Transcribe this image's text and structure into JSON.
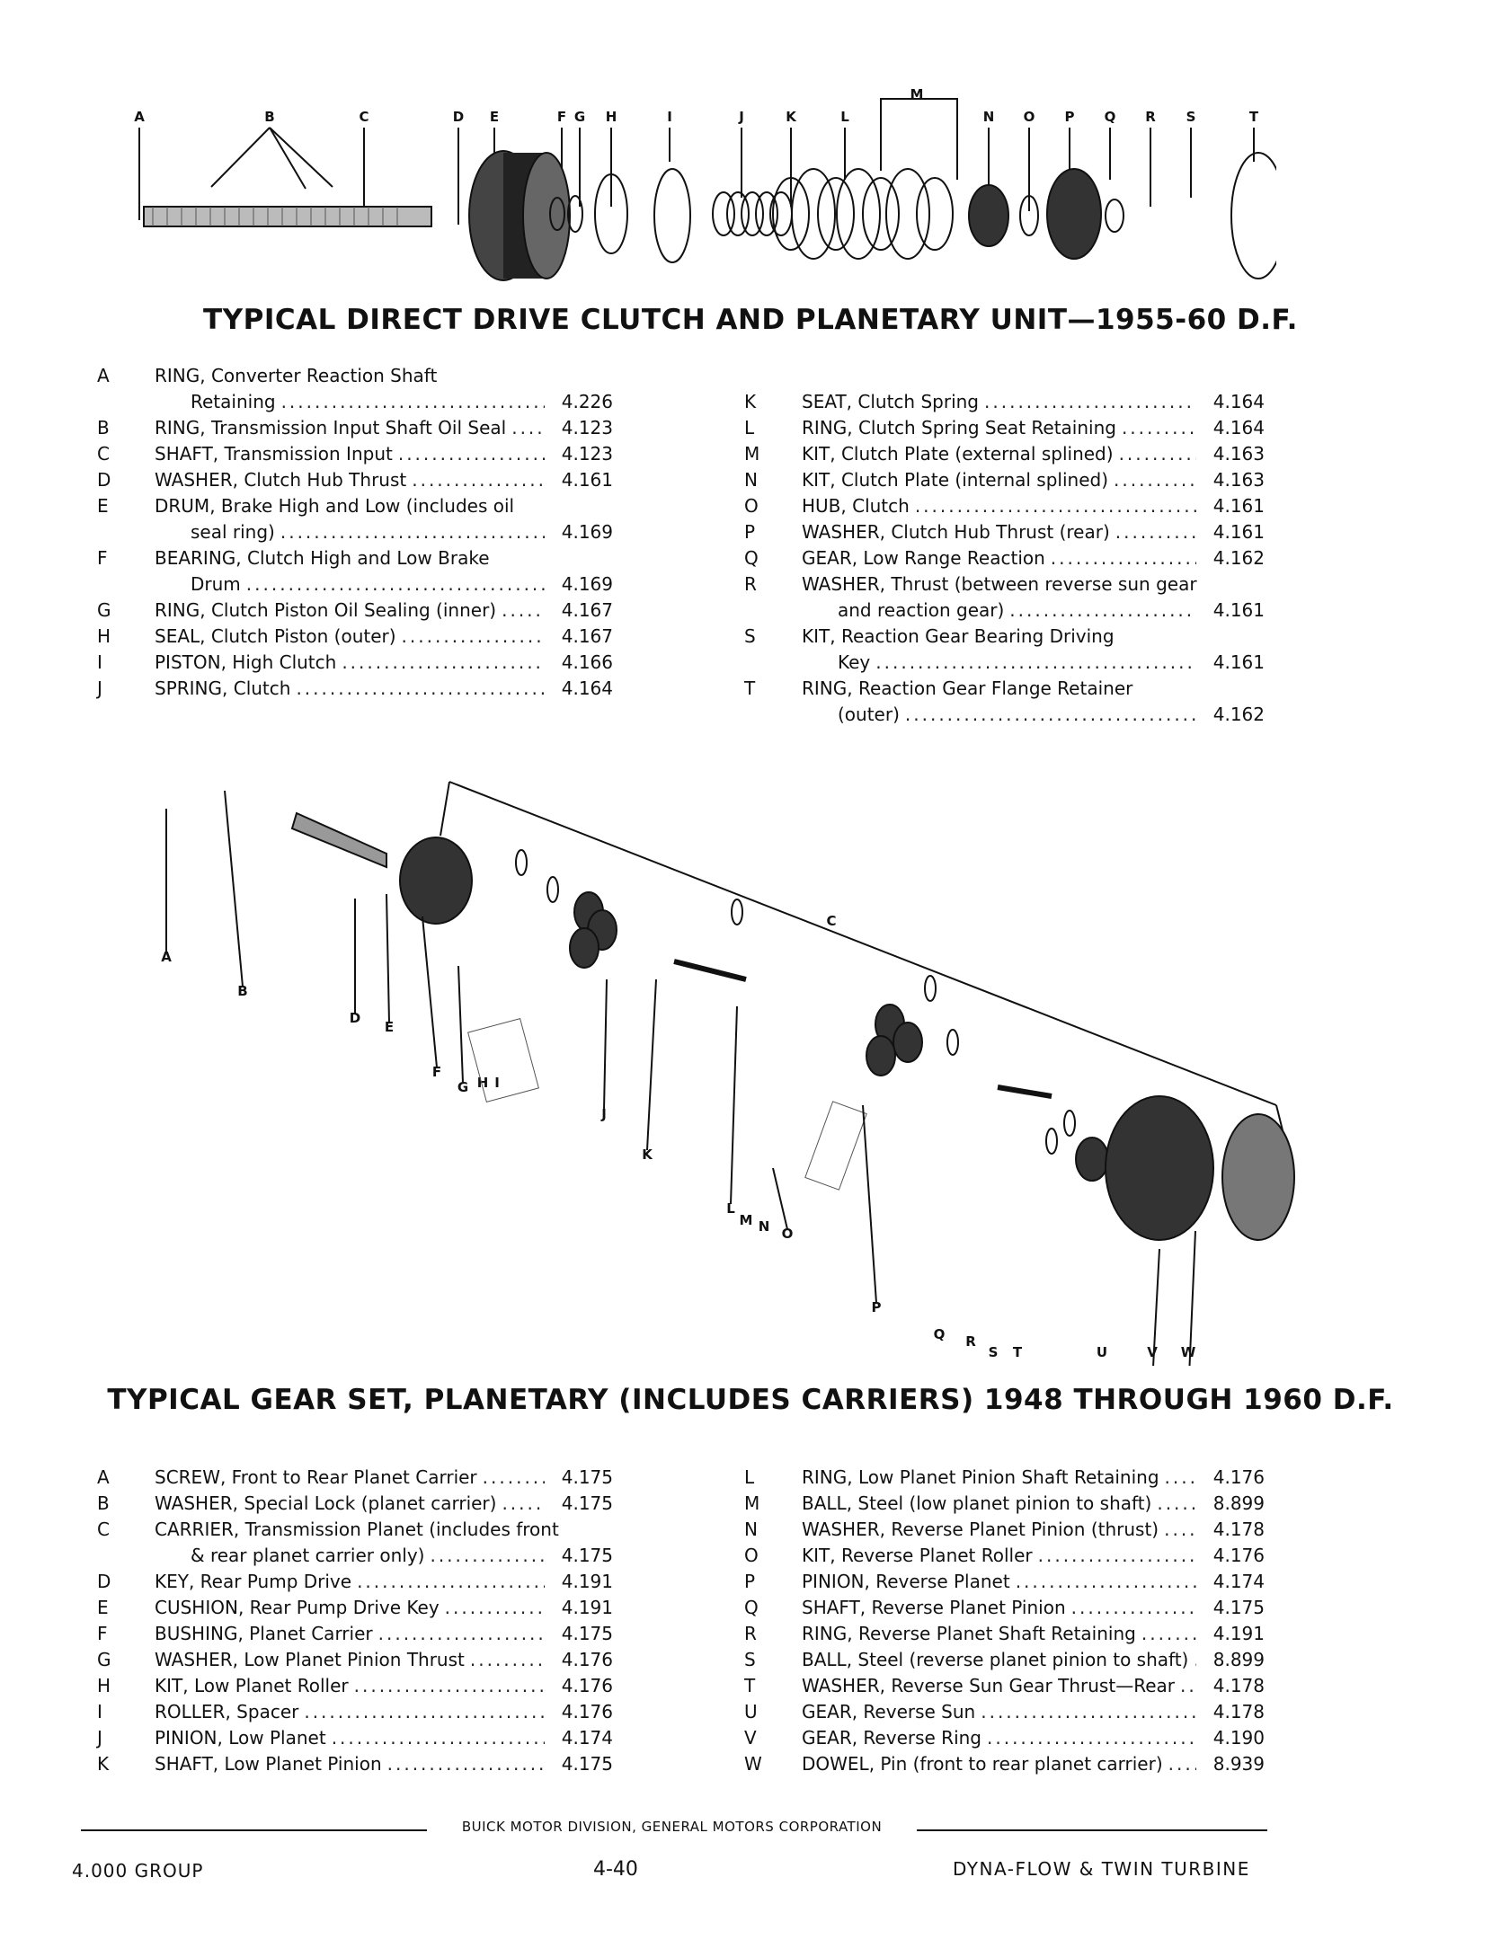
{
  "sections": [
    {
      "title": "TYPICAL DIRECT DRIVE CLUTCH AND PLANETARY UNIT—1955-60 D.F.",
      "left_parts": [
        {
          "letter": "A",
          "lines": [
            "RING, Converter Reaction Shaft",
            "Retaining"
          ],
          "number": "4.226"
        },
        {
          "letter": "B",
          "lines": [
            "RING, Transmission Input Shaft Oil Seal"
          ],
          "number": "4.123"
        },
        {
          "letter": "C",
          "lines": [
            "SHAFT, Transmission Input"
          ],
          "number": "4.123"
        },
        {
          "letter": "D",
          "lines": [
            "WASHER, Clutch Hub Thrust"
          ],
          "number": "4.161"
        },
        {
          "letter": "E",
          "lines": [
            "DRUM, Brake High and Low (includes oil",
            "seal ring)"
          ],
          "number": "4.169"
        },
        {
          "letter": "F",
          "lines": [
            "BEARING, Clutch High and Low Brake",
            "Drum"
          ],
          "number": "4.169"
        },
        {
          "letter": "G",
          "lines": [
            "RING, Clutch Piston Oil Sealing (inner)"
          ],
          "number": "4.167"
        },
        {
          "letter": "H",
          "lines": [
            "SEAL, Clutch Piston (outer)"
          ],
          "number": "4.167"
        },
        {
          "letter": "I",
          "lines": [
            "PISTON, High Clutch"
          ],
          "number": "4.166"
        },
        {
          "letter": "J",
          "lines": [
            "SPRING, Clutch"
          ],
          "number": "4.164"
        }
      ],
      "right_parts": [
        {
          "letter": "K",
          "lines": [
            "SEAT, Clutch Spring"
          ],
          "number": "4.164"
        },
        {
          "letter": "L",
          "lines": [
            "RING, Clutch Spring Seat Retaining"
          ],
          "number": "4.164"
        },
        {
          "letter": "M",
          "lines": [
            "KIT, Clutch Plate (external splined)"
          ],
          "number": "4.163"
        },
        {
          "letter": "N",
          "lines": [
            "KIT, Clutch Plate (internal splined)"
          ],
          "number": "4.163"
        },
        {
          "letter": "O",
          "lines": [
            "HUB, Clutch"
          ],
          "number": "4.161"
        },
        {
          "letter": "P",
          "lines": [
            "WASHER, Clutch Hub Thrust (rear)"
          ],
          "number": "4.161"
        },
        {
          "letter": "Q",
          "lines": [
            "GEAR, Low Range Reaction"
          ],
          "number": "4.162"
        },
        {
          "letter": "R",
          "lines": [
            "WASHER, Thrust (between reverse sun gear",
            "and reaction gear)"
          ],
          "number": "4.161"
        },
        {
          "letter": "S",
          "lines": [
            "KIT, Reaction Gear Bearing Driving",
            "Key"
          ],
          "number": "4.161"
        },
        {
          "letter": "T",
          "lines": [
            "RING, Reaction Gear Flange Retainer",
            "(outer)"
          ],
          "number": "4.162"
        }
      ],
      "diagram_labels": [
        "A",
        "B",
        "C",
        "D",
        "E",
        "F",
        "G",
        "H",
        "I",
        "J",
        "K",
        "L",
        "M",
        "N",
        "O",
        "P",
        "Q",
        "R",
        "S",
        "T"
      ]
    },
    {
      "title": "TYPICAL GEAR SET, PLANETARY (INCLUDES CARRIERS) 1948 THROUGH 1960 D.F.",
      "left_parts": [
        {
          "letter": "A",
          "lines": [
            "SCREW, Front to Rear Planet Carrier"
          ],
          "number": "4.175"
        },
        {
          "letter": "B",
          "lines": [
            "WASHER, Special Lock (planet carrier)"
          ],
          "number": "4.175"
        },
        {
          "letter": "C",
          "lines": [
            "CARRIER, Transmission Planet (includes front",
            "& rear planet carrier only)"
          ],
          "number": "4.175"
        },
        {
          "letter": "D",
          "lines": [
            "KEY, Rear Pump Drive"
          ],
          "number": "4.191"
        },
        {
          "letter": "E",
          "lines": [
            "CUSHION, Rear Pump Drive Key"
          ],
          "number": "4.191"
        },
        {
          "letter": "F",
          "lines": [
            "BUSHING, Planet Carrier"
          ],
          "number": "4.175"
        },
        {
          "letter": "G",
          "lines": [
            "WASHER, Low Planet Pinion Thrust"
          ],
          "number": "4.176"
        },
        {
          "letter": "H",
          "lines": [
            "KIT, Low Planet Roller"
          ],
          "number": "4.176"
        },
        {
          "letter": "I",
          "lines": [
            "ROLLER, Spacer"
          ],
          "number": "4.176"
        },
        {
          "letter": "J",
          "lines": [
            "PINION, Low Planet"
          ],
          "number": "4.174"
        },
        {
          "letter": "K",
          "lines": [
            "SHAFT, Low Planet Pinion"
          ],
          "number": "4.175"
        }
      ],
      "right_parts": [
        {
          "letter": "L",
          "lines": [
            "RING, Low Planet Pinion Shaft Retaining"
          ],
          "number": "4.176"
        },
        {
          "letter": "M",
          "lines": [
            "BALL, Steel (low planet pinion to shaft)"
          ],
          "number": "8.899"
        },
        {
          "letter": "N",
          "lines": [
            "WASHER, Reverse Planet Pinion (thrust)"
          ],
          "number": "4.178"
        },
        {
          "letter": "O",
          "lines": [
            "KIT, Reverse Planet Roller"
          ],
          "number": "4.176"
        },
        {
          "letter": "P",
          "lines": [
            "PINION, Reverse Planet"
          ],
          "number": "4.174"
        },
        {
          "letter": "Q",
          "lines": [
            "SHAFT, Reverse Planet Pinion"
          ],
          "number": "4.175"
        },
        {
          "letter": "R",
          "lines": [
            "RING, Reverse Planet Shaft Retaining"
          ],
          "number": "4.191"
        },
        {
          "letter": "S",
          "lines": [
            "BALL, Steel (reverse planet pinion to shaft)"
          ],
          "number": "8.899"
        },
        {
          "letter": "T",
          "lines": [
            "WASHER, Reverse Sun Gear Thrust—Rear"
          ],
          "number": "4.178"
        },
        {
          "letter": "U",
          "lines": [
            "GEAR, Reverse Sun"
          ],
          "number": "4.178"
        },
        {
          "letter": "V",
          "lines": [
            "GEAR, Reverse Ring"
          ],
          "number": "4.190"
        },
        {
          "letter": "W",
          "lines": [
            "DOWEL, Pin (front to rear planet carrier)"
          ],
          "number": "8.939"
        }
      ],
      "diagram_labels": [
        "A",
        "B",
        "C",
        "D",
        "E",
        "F",
        "G",
        "H",
        "I",
        "J",
        "K",
        "L",
        "M",
        "N",
        "O",
        "P",
        "Q",
        "R",
        "S",
        "T",
        "U",
        "V",
        "W"
      ]
    }
  ],
  "footer": {
    "corporation": "BUICK MOTOR DIVISION, GENERAL MOTORS CORPORATION",
    "group": "4.000 GROUP",
    "page": "4-40",
    "book": "DYNA-FLOW & TWIN TURBINE"
  }
}
